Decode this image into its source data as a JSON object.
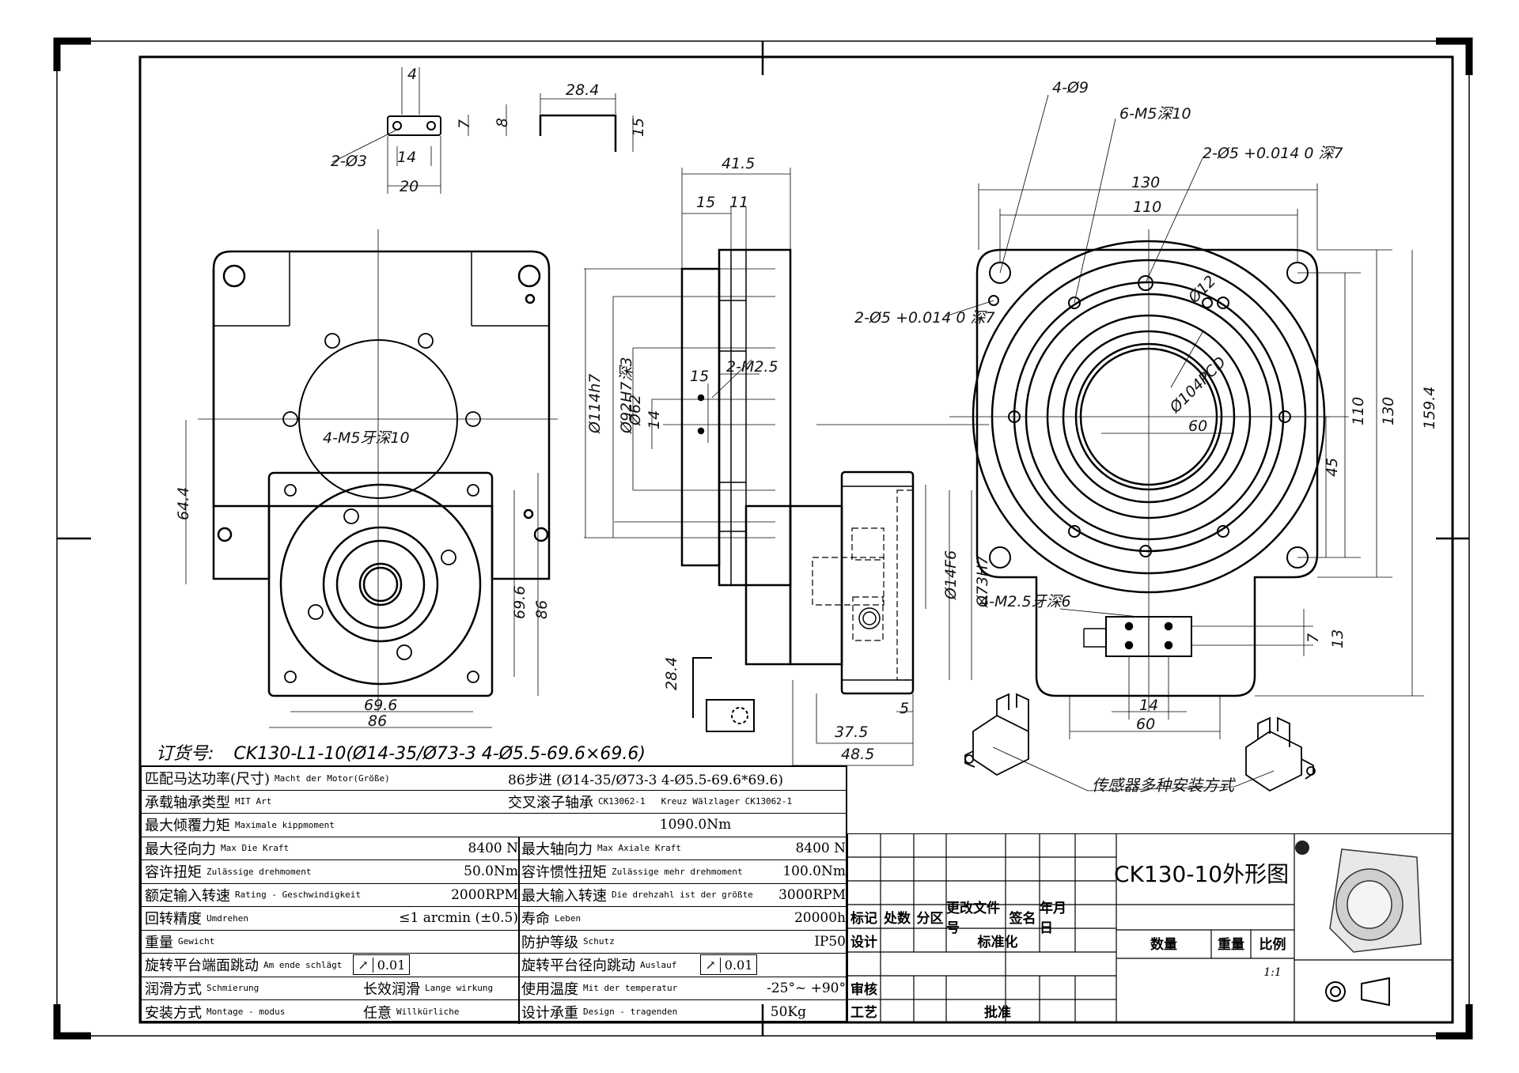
{
  "drawing": {
    "order_label": "订货号:",
    "order_code": "CK130-L1-10(Ø14-35/Ø73-3 4-Ø5.5-69.6×69.6)",
    "title": "CK130-10外形图",
    "sensor_note": "传感器多种安装方式"
  },
  "dimensions": {
    "top_bracket": [
      "4",
      "7",
      "8",
      "2-Ø3",
      "14",
      "20"
    ],
    "angle_bracket": [
      "28.4",
      "15"
    ],
    "front_view": [
      "64.4",
      "4-M5牙深10",
      "69.6",
      "86",
      "69.6",
      "86"
    ],
    "side_view": [
      "41.5",
      "15",
      "11",
      "Ø114h7",
      "Ø92H7深3",
      "Ø62",
      "15",
      "14",
      "2-M2.5",
      "Ø14F6",
      "Ø73H7",
      "5",
      "37.5",
      "48.5",
      "28.4"
    ],
    "right_view": [
      "4-Ø9",
      "6-M5深10",
      "2-Ø5 +0.014 0 深7",
      "130",
      "110",
      "2-Ø5 +0.014 0 深7",
      "Ø104PCD",
      "Ø12",
      "60",
      "110",
      "130",
      "159.4",
      "45",
      "4-M2.5牙深6",
      "7",
      "13",
      "14",
      "60"
    ]
  },
  "specs": {
    "motor": {
      "cn": "匹配马达功率(尺寸)",
      "de": "Macht der Motor(Größe)",
      "value": "86步进 (Ø14-35/Ø73-3 4-Ø5.5-69.6*69.6)"
    },
    "bearing": {
      "cn": "承载轴承类型",
      "de": "MIT Art",
      "value_cn": "交叉滚子轴承",
      "value_a": "CK13062-1",
      "value_b": "Kreuz Wälzlager CK13062-1"
    },
    "tilt": {
      "cn": "最大倾覆力矩",
      "de": "Maximale kippmoment",
      "value": "1090.0Nm"
    },
    "rows": [
      {
        "l_cn": "最大径向力",
        "l_de": "Max Die Kraft",
        "l_val": "8400 N",
        "r_cn": "最大轴向力",
        "r_de": "Max Axiale Kraft",
        "r_val": "8400 N"
      },
      {
        "l_cn": "容许扭矩",
        "l_de": "Zulässige drehmoment",
        "l_val": "50.0Nm",
        "r_cn": "容许惯性扭矩",
        "r_de": "Zulässige mehr drehmoment",
        "r_val": "100.0Nm"
      },
      {
        "l_cn": "额定输入转速",
        "l_de": "Rating - Geschwindigkeit",
        "l_val": "2000RPM",
        "r_cn": "最大输入转速",
        "r_de": "Die drehzahl ist der größte",
        "r_val": "3000RPM"
      },
      {
        "l_cn": "回转精度",
        "l_de": "Umdrehen",
        "l_val": "≤1 arcmin (±0.5)",
        "r_cn": "寿命",
        "r_de": "Leben",
        "r_val": "20000h"
      },
      {
        "l_cn": "重量",
        "l_de": "Gewicht",
        "l_val": "",
        "r_cn": "防护等级",
        "r_de": "Schutz",
        "r_val": "IP50"
      }
    ],
    "runout_face": {
      "cn": "旋转平台端面跳动",
      "de": "Am ende schlägt",
      "symbol": "↗",
      "value": "0.01"
    },
    "runout_radial": {
      "cn": "旋转平台径向跳动",
      "de": "Auslauf",
      "symbol": "↗",
      "value": "0.01"
    },
    "lube": {
      "cn": "润滑方式",
      "de": "Schmierung",
      "value_cn": "长效润滑",
      "value_de": "Lange wirkung"
    },
    "temp": {
      "cn": "使用温度",
      "de": "Mit der temperatur",
      "value": "-25°~ +90°"
    },
    "mount": {
      "cn": "安装方式",
      "de": "Montage - modus",
      "value_cn": "任意",
      "value_de": "Willkürliche"
    },
    "design_load": {
      "cn": "设计承重",
      "de": "Design - tragenden",
      "value": "50Kg"
    }
  },
  "title_block": {
    "headers": [
      "标记",
      "处数",
      "分区",
      "更改文件号",
      "签名",
      "年月日"
    ],
    "design": "设计",
    "standard": "标准化",
    "review": "审核",
    "process": "工艺",
    "approve": "批准",
    "qty": "数量",
    "weight": "重量",
    "scale_label": "比例",
    "scale": "1:1"
  }
}
